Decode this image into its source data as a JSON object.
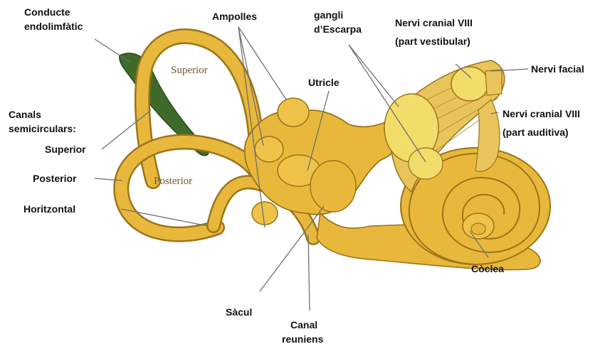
{
  "labels": {
    "conducte_endolimfatic": [
      "Conducte",
      "endolimfàtic"
    ],
    "ampolles": "Ampolles",
    "gangli_escarpa": [
      "gangli",
      "d’Escarpa"
    ],
    "nervi_vestibular": [
      "Nervi cranial VIII",
      "(part vestibular)"
    ],
    "nervi_facial": "Nervi facial",
    "utricle": "Utricle",
    "canals_semicirculars": [
      "Canals",
      "semicirculars:"
    ],
    "superior": "Superior",
    "posterior": "Posterior",
    "horitzontal": "Horitzontal",
    "nervi_auditiu": [
      "Nervi cranial VIII",
      "(part auditiva)"
    ],
    "coclea": "Còclea",
    "sacul": "Sàcul",
    "canal_reuniens": [
      "Canal",
      "reuniens"
    ]
  },
  "in_image_labels": {
    "superior": "Superior",
    "posterior": "Posterior"
  },
  "colors": {
    "tissue_fill": "#e8b83c",
    "tissue_outline": "#9c7418",
    "ganglion_fill": "#f2dc6a",
    "duct_green": "#3f6b2a",
    "leader_line": "#6f6f6f"
  }
}
